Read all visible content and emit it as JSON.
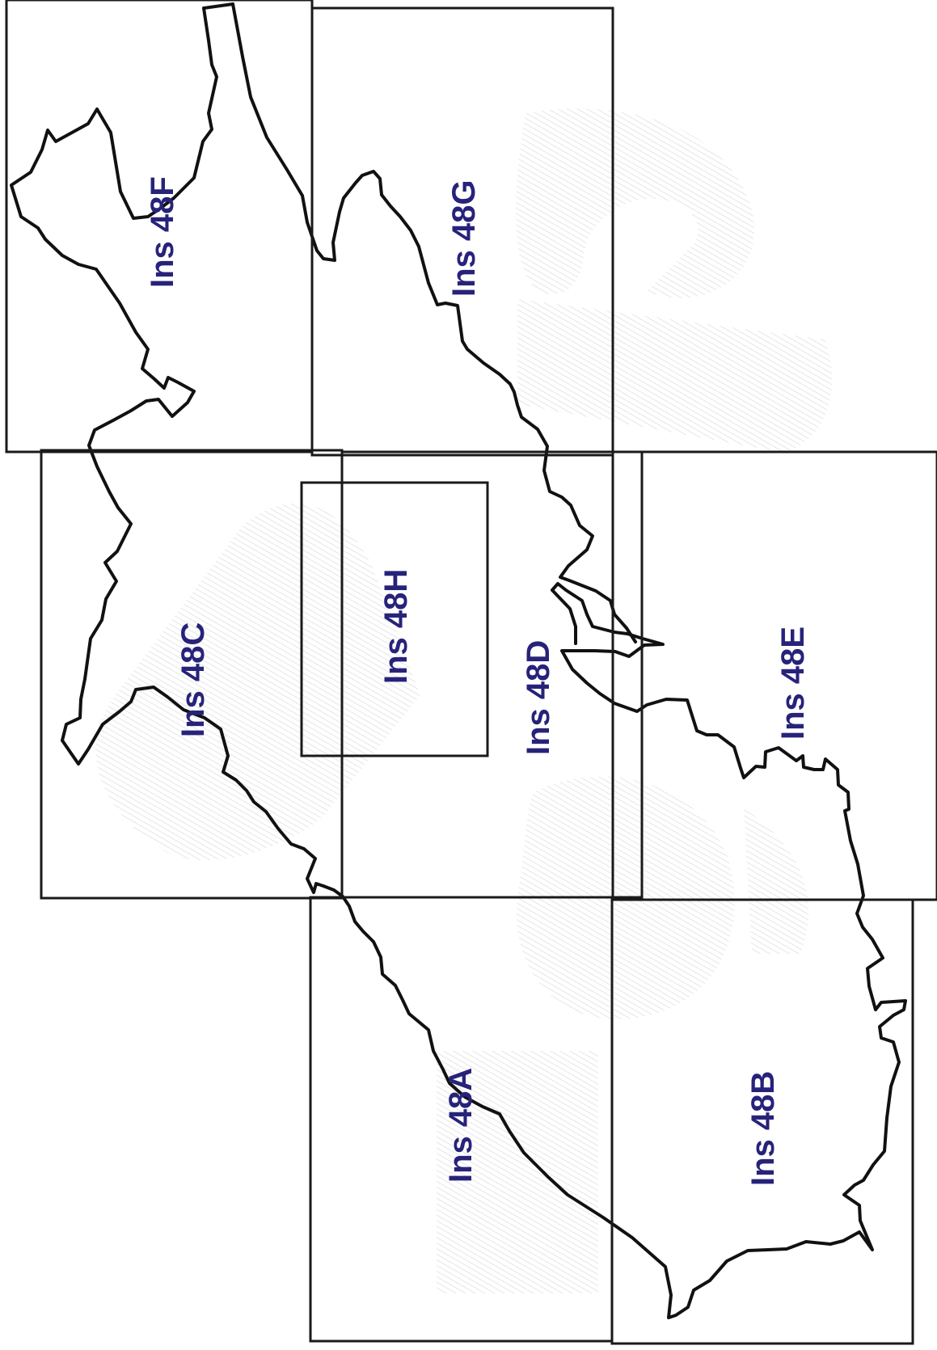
{
  "map": {
    "colors": {
      "label": "#27237a",
      "outline": "#111111",
      "frame": "#1a1a1a",
      "watermark": "#cfcfcf"
    },
    "sheets": [
      {
        "id": "48F",
        "label": "Ins 48F"
      },
      {
        "id": "48G",
        "label": "Ins 48G"
      },
      {
        "id": "48C",
        "label": "Ins 48C"
      },
      {
        "id": "48H",
        "label": "Ins 48H"
      },
      {
        "id": "48D",
        "label": "Ins 48D"
      },
      {
        "id": "48E",
        "label": "Ins 48E"
      },
      {
        "id": "48A",
        "label": "Ins 48A"
      },
      {
        "id": "48B",
        "label": "Ins 48B"
      }
    ]
  }
}
